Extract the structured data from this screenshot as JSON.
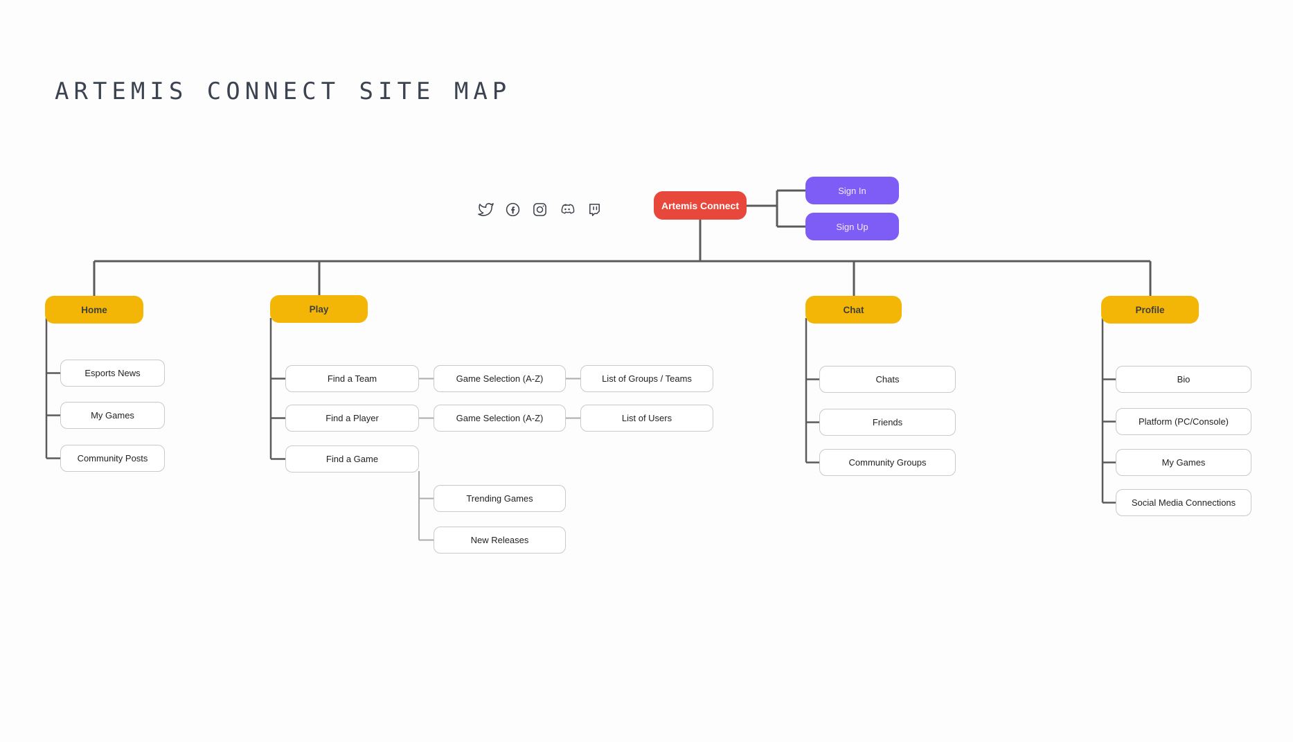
{
  "title": "ARTEMIS CONNECT SITE MAP",
  "colors": {
    "background": "#FDFDFD",
    "root_bg": "#E8473C",
    "auth_bg": "#7D5DF6",
    "section_bg": "#F4B606",
    "leaf_border": "#C9C9C9",
    "leaf_text": "#222222",
    "section_text": "#3F3F3F",
    "line_dark": "#5A5A5A",
    "line_light": "#ABABAB",
    "icon": "#3C414B",
    "title_color": "#3B4250"
  },
  "social": {
    "icons": [
      "twitter",
      "facebook",
      "instagram",
      "discord",
      "twitch"
    ]
  },
  "root": {
    "label": "Artemis Connect"
  },
  "auth": {
    "sign_in": "Sign In",
    "sign_up": "Sign Up"
  },
  "home": {
    "label": "Home",
    "children": [
      "Esports News",
      "My Games",
      "Community Posts"
    ]
  },
  "play": {
    "label": "Play",
    "find_team": "Find a Team",
    "team_selection": "Game Selection (A-Z)",
    "team_list": "List of Groups / Teams",
    "find_player": "Find a Player",
    "player_selection": "Game Selection (A-Z)",
    "player_list": "List of Users",
    "find_game": "Find a Game",
    "trending": "Trending Games",
    "new_releases": "New Releases"
  },
  "chat": {
    "label": "Chat",
    "children": [
      "Chats",
      "Friends",
      "Community Groups"
    ]
  },
  "profile": {
    "label": "Profile",
    "children": [
      "Bio",
      "Platform (PC/Console)",
      "My Games",
      "Social Media Connections"
    ]
  }
}
